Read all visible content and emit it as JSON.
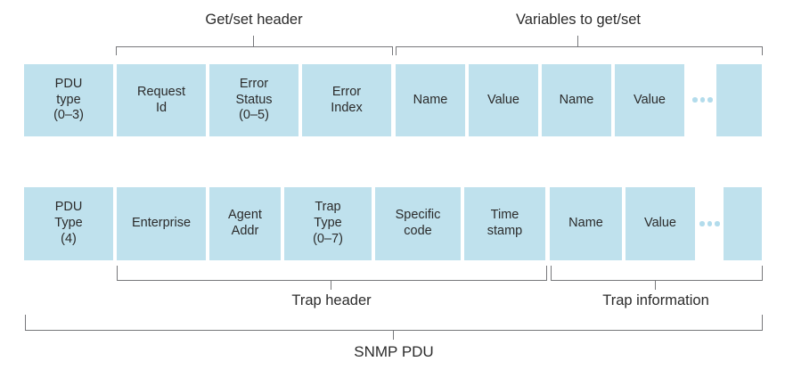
{
  "colors": {
    "box_fill": "#bfe1ed",
    "dots": "#b3dcec",
    "line": "#77787b",
    "text": "#2b2b2b"
  },
  "braces": {
    "getset_header": "Get/set header",
    "variables": "Variables to get/set",
    "trap_header": "Trap header",
    "trap_information": "Trap information",
    "snmp_pdu": "SNMP PDU"
  },
  "row1": {
    "ellipsis_icon": "dots-horizontal",
    "fields": [
      {
        "label": "PDU\ntype\n(0–3)"
      },
      {
        "label": "Request\nId"
      },
      {
        "label": "Error\nStatus\n(0–5)"
      },
      {
        "label": "Error\nIndex"
      },
      {
        "label": "Name"
      },
      {
        "label": "Value"
      },
      {
        "label": "Name"
      },
      {
        "label": "Value"
      },
      {
        "label": ""
      }
    ]
  },
  "row2": {
    "ellipsis_icon": "dots-horizontal",
    "fields": [
      {
        "label": "PDU\nType\n(4)"
      },
      {
        "label": "Enterprise"
      },
      {
        "label": "Agent\nAddr"
      },
      {
        "label": "Trap\nType\n(0–7)"
      },
      {
        "label": "Specific\ncode"
      },
      {
        "label": "Time\nstamp"
      },
      {
        "label": "Name"
      },
      {
        "label": "Value"
      },
      {
        "label": ""
      }
    ]
  }
}
